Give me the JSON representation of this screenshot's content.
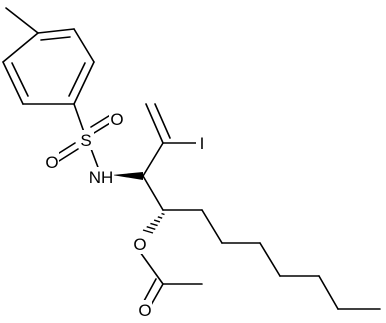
{
  "molecule": {
    "atom_labels": {
      "sulfur": "S",
      "sulfonyl_oxygen_1": "O",
      "sulfonyl_oxygen_2": "O",
      "amine": "NH",
      "iodine": "I",
      "ester_oxygen": "O",
      "carbonyl_oxygen": "O"
    }
  }
}
